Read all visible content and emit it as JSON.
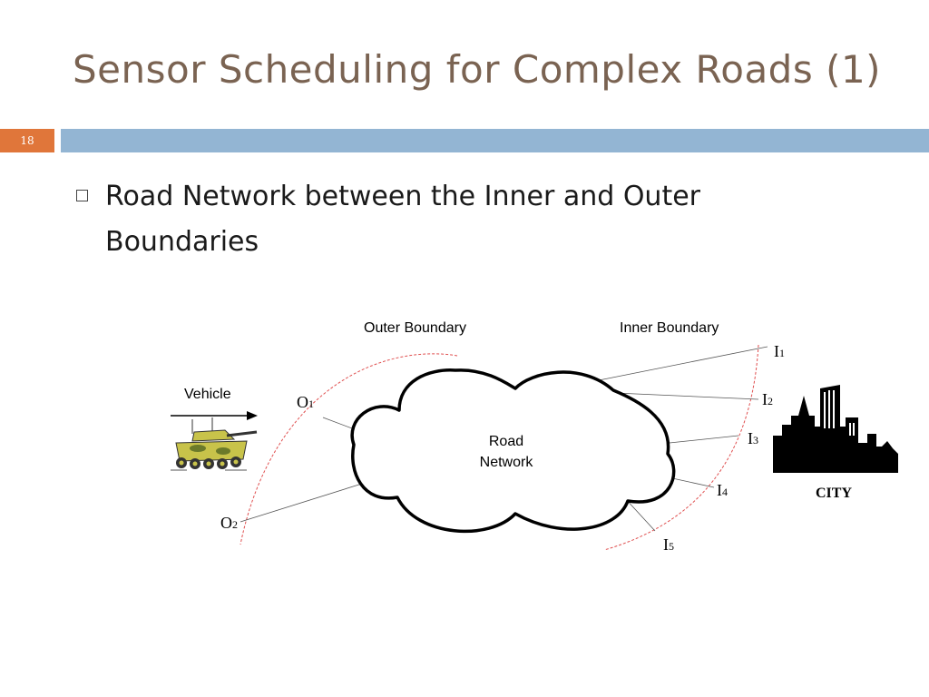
{
  "slide": {
    "title": "Sensor Scheduling for Complex Roads (1)",
    "number": "18"
  },
  "bullet": {
    "text": "Road Network between the Inner and Outer Boundaries"
  },
  "diagram": {
    "outer_boundary_label": "Outer Boundary",
    "inner_boundary_label": "Inner Boundary",
    "vehicle_label": "Vehicle",
    "network_label_line1": "Road",
    "network_label_line2": "Network",
    "city_label": "CITY",
    "outer_nodes": [
      {
        "main": "O",
        "sub": "1"
      },
      {
        "main": "O",
        "sub": "2"
      }
    ],
    "inner_nodes": [
      {
        "main": "I",
        "sub": "1"
      },
      {
        "main": "I",
        "sub": "2"
      },
      {
        "main": "I",
        "sub": "3"
      },
      {
        "main": "I",
        "sub": "4"
      },
      {
        "main": "I",
        "sub": "5"
      }
    ],
    "colors": {
      "title": "#7a6352",
      "accent_orange": "#e0763a",
      "accent_blue": "#93b5d3",
      "boundary_dash": "#e05050",
      "tank_body": "#c8c34a",
      "tank_camo": "#6b7a2a"
    }
  }
}
